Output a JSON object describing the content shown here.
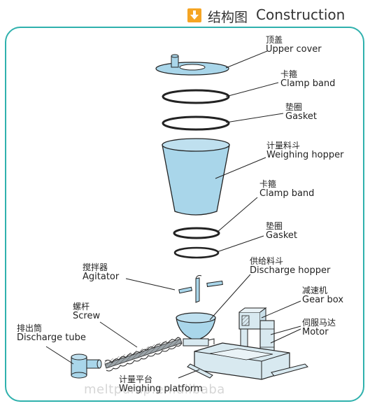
{
  "header": {
    "icon": "arrow-down-icon",
    "title_zh": "结构图",
    "title_en": "Construction",
    "accent": "#f5a524"
  },
  "frame_color": "#2fb1ad",
  "parts": {
    "upper_cover": {
      "zh": "顶盖",
      "en": "Upper cover"
    },
    "clamp_band_1": {
      "zh": "卡箍",
      "en": "Clamp band"
    },
    "gasket_1": {
      "zh": "垫圈",
      "en": "Gasket"
    },
    "weighing_hopper": {
      "zh": "计量料斗",
      "en": "Weighing hopper"
    },
    "clamp_band_2": {
      "zh": "卡箍",
      "en": "Clamp band"
    },
    "gasket_2": {
      "zh": "垫圈",
      "en": "Gasket"
    },
    "discharge_hopper": {
      "zh": "供给料斗",
      "en": "Discharge hopper"
    },
    "agitator": {
      "zh": "搅拌器",
      "en": "Agitator"
    },
    "gear_box": {
      "zh": "减速机",
      "en": "Gear box"
    },
    "screw": {
      "zh": "螺杆",
      "en": "Screw"
    },
    "motor": {
      "zh": "伺服马达",
      "en": "Motor"
    },
    "discharge_tube": {
      "zh": "排出筒",
      "en": "Discharge tube"
    },
    "weighing_platform": {
      "zh": "计量平台",
      "en": "Weighing platform"
    }
  },
  "part_color": "#a9d6ea",
  "watermark": "meltpump.en.alibaba"
}
